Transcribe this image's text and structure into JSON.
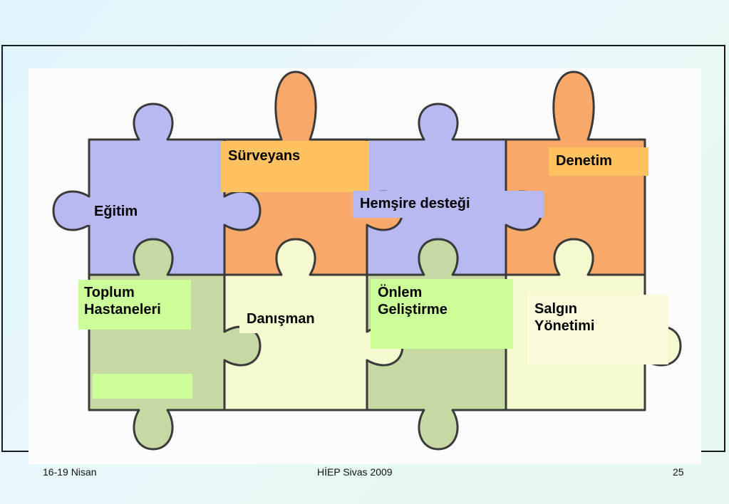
{
  "labels": {
    "surveyans": "Sürveyans",
    "denetim": "Denetim",
    "egitim": "Eğitim",
    "hemsire": "Hemşire desteği",
    "toplum_line1": "Toplum",
    "toplum_line2": "Hastaneleri",
    "danisman": "Danışman",
    "onlem_line1": "Önlem",
    "onlem_line2": "Geliştirme",
    "salgin_line1": "Salgın",
    "salgin_line2": "Yönetimi"
  },
  "footer": {
    "left": "16-19 Nisan",
    "center": "HİEP Sivas 2009",
    "right": "25"
  },
  "colors": {
    "purple": "#b9b9f2",
    "orange": "#f8a868",
    "green": "#c6d9a3",
    "cream": "#f6f8cf",
    "label_orange": "#ffc261",
    "label_green": "#ccff99",
    "label_cream": "#fbfbdc"
  }
}
